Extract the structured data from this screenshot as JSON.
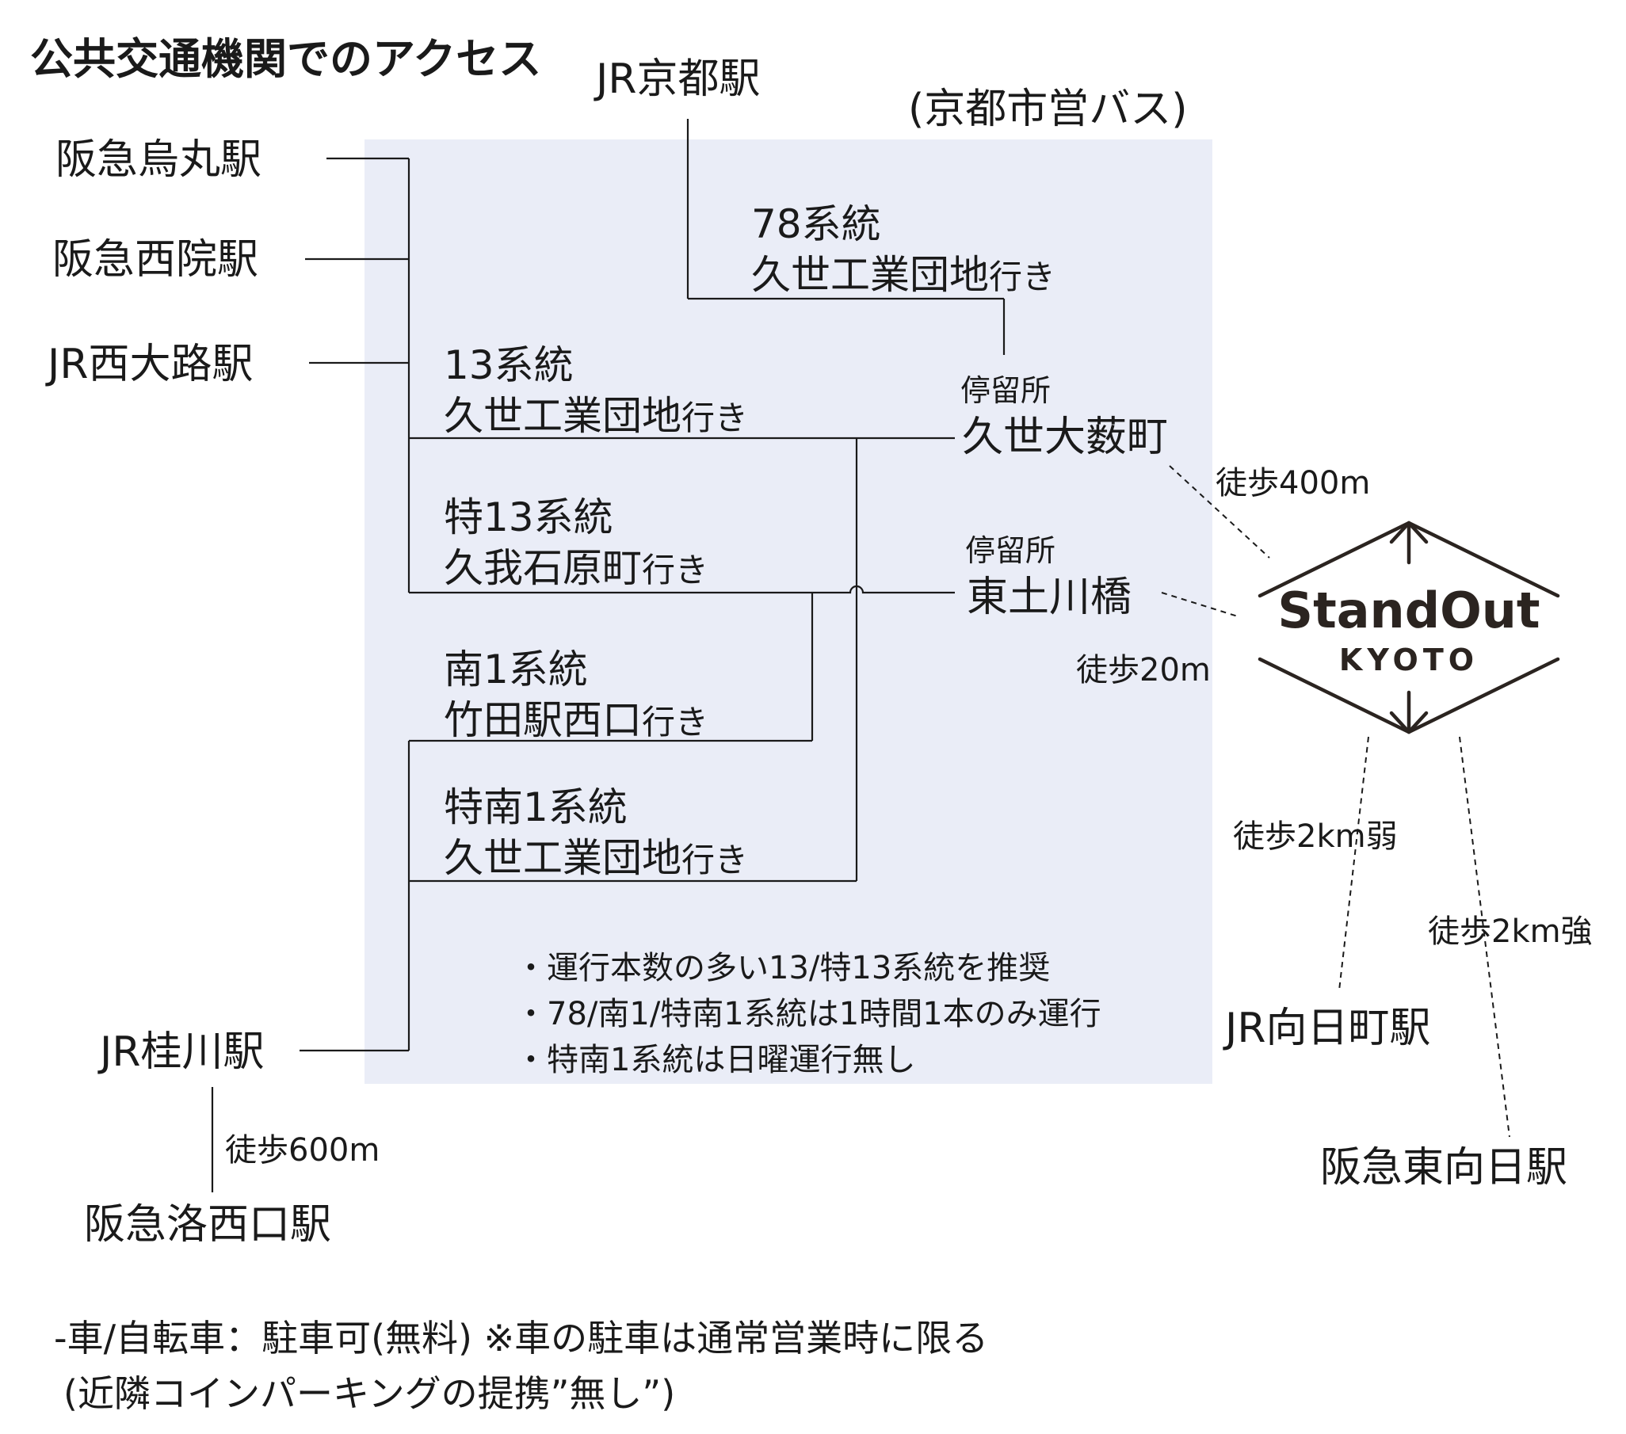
{
  "title": "公共交通機関でのアクセス",
  "bus_operator": "(京都市営バス)",
  "stations": {
    "hankyu_karasuma": "阪急烏丸駅",
    "hankyu_saiin": "阪急西院駅",
    "jr_nishioji": "JR西大路駅",
    "jr_kyoto": "JR京都駅",
    "jr_katsuragawa": "JR桂川駅",
    "hankyu_rakusaiguchi": "阪急洛西口駅",
    "jr_mukomachi": "JR向日町駅",
    "hankyu_higashimuko": "阪急東向日駅"
  },
  "routes": [
    {
      "number": "78系統",
      "dest": "久世工業団地",
      "suffix": "行き"
    },
    {
      "number": "13系統",
      "dest": "久世工業団地",
      "suffix": "行き"
    },
    {
      "number": "特13系統",
      "dest": "久我石原町",
      "suffix": "行き"
    },
    {
      "number": "南1系統",
      "dest": "竹田駅西口",
      "suffix": "行き"
    },
    {
      "number": "特南1系統",
      "dest": "久世工業団地",
      "suffix": "行き"
    }
  ],
  "stops": [
    {
      "label": "停留所",
      "name": "久世大薮町"
    },
    {
      "label": "停留所",
      "name": "東土川橋"
    }
  ],
  "walks": {
    "kuze": "徒歩400m",
    "higashitsuchikawa": "徒歩20m",
    "mukomachi": "徒歩2km弱",
    "higashimuko": "徒歩2km強",
    "katsuragawa": "徒歩600m"
  },
  "notes": [
    "・運行本数の多い13/特13系統を推奨",
    "・78/南1/特南1系統は1時間1本のみ運行",
    "・特南1系統は日曜運行無し"
  ],
  "footer": [
    "-車/自転車：駐車可(無料) ※車の駐車は通常営業時に限る",
    "(近隣コインパーキングの提携”無し”)"
  ],
  "logo": {
    "line1": "StandOut",
    "line2": "KYOTO",
    "color": "#2b2420"
  },
  "colors": {
    "shade": "#eaedf7",
    "line": "#1a1a1a"
  }
}
